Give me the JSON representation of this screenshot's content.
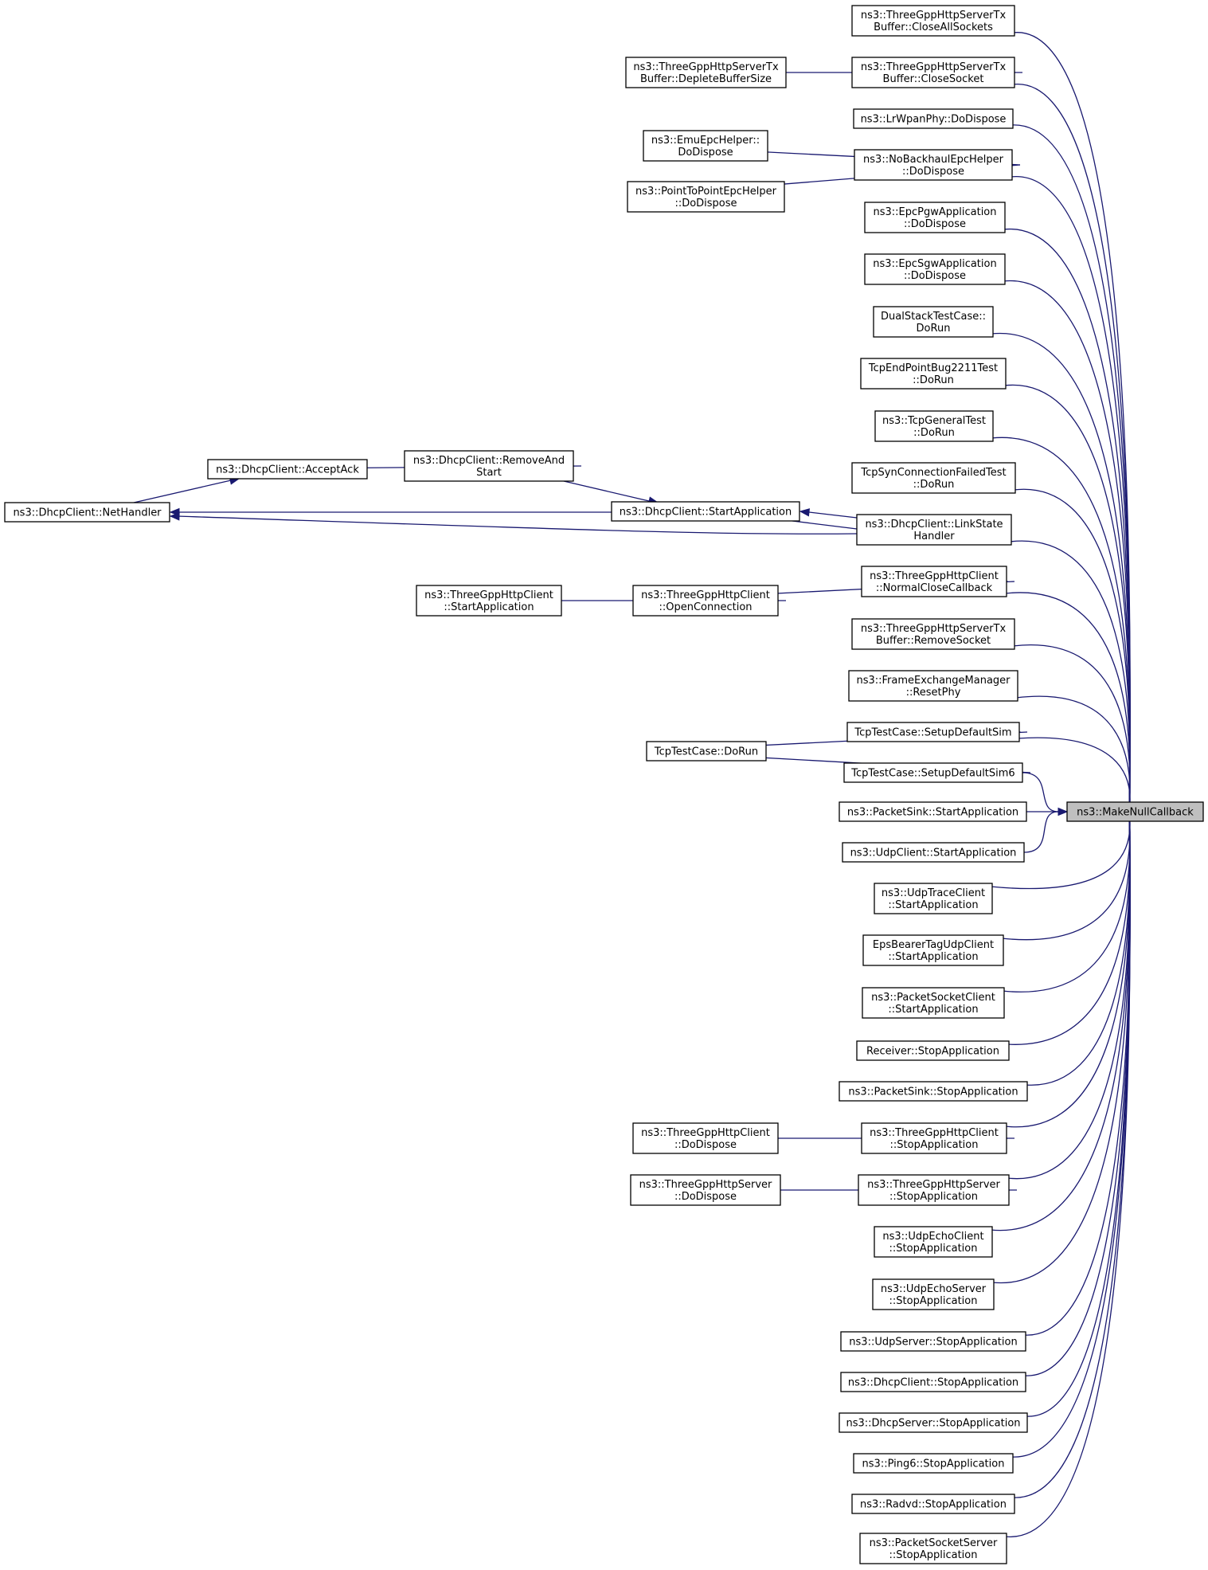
{
  "graph": {
    "colors": {
      "edge": "#191970",
      "node_border": "#000000",
      "focus_fill": "#bfbfbf",
      "background": "#ffffff"
    },
    "nodes": {
      "target": {
        "lines": [
          "ns3::MakeNullCallback"
        ]
      },
      "close_all_sockets": {
        "lines": [
          "ns3::ThreeGppHttpServerTx",
          "Buffer::CloseAllSockets"
        ]
      },
      "close_socket": {
        "lines": [
          "ns3::ThreeGppHttpServerTx",
          "Buffer::CloseSocket"
        ]
      },
      "deplete_buffer_size": {
        "lines": [
          "ns3::ThreeGppHttpServerTx",
          "Buffer::DepleteBufferSize"
        ]
      },
      "lrwpan_dodispose": {
        "lines": [
          "ns3::LrWpanPhy::DoDispose"
        ]
      },
      "nobackhaul_dodispose": {
        "lines": [
          "ns3::NoBackhaulEpcHelper",
          "::DoDispose"
        ]
      },
      "emuepc_dodispose": {
        "lines": [
          "ns3::EmuEpcHelper::",
          "DoDispose"
        ]
      },
      "p2pepc_dodispose": {
        "lines": [
          "ns3::PointToPointEpcHelper",
          "::DoDispose"
        ]
      },
      "epcpgw_dodispose": {
        "lines": [
          "ns3::EpcPgwApplication",
          "::DoDispose"
        ]
      },
      "epcsgw_dodispose": {
        "lines": [
          "ns3::EpcSgwApplication",
          "::DoDispose"
        ]
      },
      "dualstack_dorun": {
        "lines": [
          "DualStackTestCase::",
          "DoRun"
        ]
      },
      "tcpendpoint_dorun": {
        "lines": [
          "TcpEndPointBug2211Test",
          "::DoRun"
        ]
      },
      "tcpgeneral_dorun": {
        "lines": [
          "ns3::TcpGeneralTest",
          "::DoRun"
        ]
      },
      "tcpsynfailed_dorun": {
        "lines": [
          "TcpSynConnectionFailedTest",
          "::DoRun"
        ]
      },
      "dhcp_nethandler": {
        "lines": [
          "ns3::DhcpClient::NetHandler"
        ]
      },
      "dhcp_acceptack": {
        "lines": [
          "ns3::DhcpClient::AcceptAck"
        ]
      },
      "dhcp_removeandstart": {
        "lines": [
          "ns3::DhcpClient::RemoveAnd",
          "Start"
        ]
      },
      "dhcp_startapplication": {
        "lines": [
          "ns3::DhcpClient::StartApplication"
        ]
      },
      "dhcp_linkstatehandler": {
        "lines": [
          "ns3::DhcpClient::LinkState",
          "Handler"
        ]
      },
      "http_client_start": {
        "lines": [
          "ns3::ThreeGppHttpClient",
          "::StartApplication"
        ]
      },
      "http_client_openconn": {
        "lines": [
          "ns3::ThreeGppHttpClient",
          "::OpenConnection"
        ]
      },
      "http_client_normalclose": {
        "lines": [
          "ns3::ThreeGppHttpClient",
          "::NormalCloseCallback"
        ]
      },
      "removesocket": {
        "lines": [
          "ns3::ThreeGppHttpServerTx",
          "Buffer::RemoveSocket"
        ]
      },
      "fem_resetphy": {
        "lines": [
          "ns3::FrameExchangeManager",
          "::ResetPhy"
        ]
      },
      "tcptestcase_dorun": {
        "lines": [
          "TcpTestCase::DoRun"
        ]
      },
      "setupdefaultsim": {
        "lines": [
          "TcpTestCase::SetupDefaultSim"
        ]
      },
      "setupdefaultsim6": {
        "lines": [
          "TcpTestCase::SetupDefaultSim6"
        ]
      },
      "packetsink_start": {
        "lines": [
          "ns3::PacketSink::StartApplication"
        ]
      },
      "udpclient_start": {
        "lines": [
          "ns3::UdpClient::StartApplication"
        ]
      },
      "udptraceclient_start": {
        "lines": [
          "ns3::UdpTraceClient",
          "::StartApplication"
        ]
      },
      "epsbearer_start": {
        "lines": [
          "EpsBearerTagUdpClient",
          "::StartApplication"
        ]
      },
      "packetsocketclient_start": {
        "lines": [
          "ns3::PacketSocketClient",
          "::StartApplication"
        ]
      },
      "receiver_stop": {
        "lines": [
          "Receiver::StopApplication"
        ]
      },
      "packetsink_stop": {
        "lines": [
          "ns3::PacketSink::StopApplication"
        ]
      },
      "http_client_dodispose": {
        "lines": [
          "ns3::ThreeGppHttpClient",
          "::DoDispose"
        ]
      },
      "http_client_stop": {
        "lines": [
          "ns3::ThreeGppHttpClient",
          "::StopApplication"
        ]
      },
      "http_server_dodispose": {
        "lines": [
          "ns3::ThreeGppHttpServer",
          "::DoDispose"
        ]
      },
      "http_server_stop": {
        "lines": [
          "ns3::ThreeGppHttpServer",
          "::StopApplication"
        ]
      },
      "udpechoclient_stop": {
        "lines": [
          "ns3::UdpEchoClient",
          "::StopApplication"
        ]
      },
      "udpechoserver_stop": {
        "lines": [
          "ns3::UdpEchoServer",
          "::StopApplication"
        ]
      },
      "udpserver_stop": {
        "lines": [
          "ns3::UdpServer::StopApplication"
        ]
      },
      "dhcpclient_stop": {
        "lines": [
          "ns3::DhcpClient::StopApplication"
        ]
      },
      "dhcpserver_stop": {
        "lines": [
          "ns3::DhcpServer::StopApplication"
        ]
      },
      "ping6_stop": {
        "lines": [
          "ns3::Ping6::StopApplication"
        ]
      },
      "radvd_stop": {
        "lines": [
          "ns3::Radvd::StopApplication"
        ]
      },
      "packetsocketserver_stop": {
        "lines": [
          "ns3::PacketSocketServer",
          "::StopApplication"
        ]
      }
    }
  }
}
